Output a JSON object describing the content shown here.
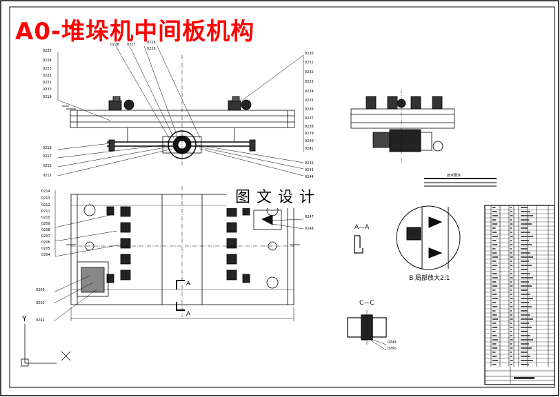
{
  "title": "A0-堆垛机中间板机构",
  "watermark": "图文设计",
  "section_aa": "A—A",
  "section_cc": "C—C",
  "detail_b": "B 局部放大2:1",
  "tech_req": "技术要求",
  "section_mark": "A",
  "axis_y": "Y",
  "colors": {
    "title": "#ff0000",
    "line": "#000000",
    "paper": "#ffffff"
  },
  "callouts": {
    "top_left": [
      "0225",
      "0224",
      "0223",
      "0222",
      "0221",
      "0220",
      "0219"
    ],
    "top_left_lower": [
      "0218",
      "0217",
      "0216",
      "0215"
    ],
    "top_mid": [
      "0228",
      "0227",
      "0226",
      "0226"
    ],
    "top_right": [
      "0230",
      "0231",
      "0232",
      "0233",
      "0234",
      "0235",
      "0236",
      "0237",
      "0238",
      "0239",
      "0240",
      "0241"
    ],
    "top_right_lower": [
      "0242",
      "0243",
      "0244"
    ],
    "bottom_left": [
      "0214",
      "0213",
      "0212",
      "0211",
      "0210",
      "0209",
      "0208",
      "0207",
      "0206",
      "0205",
      "0204"
    ],
    "bottom_left_lower": [
      "0203",
      "0202",
      "0201"
    ],
    "bottom_right": [
      "0247",
      "0248"
    ],
    "cc": [
      "0249",
      "0250"
    ]
  }
}
